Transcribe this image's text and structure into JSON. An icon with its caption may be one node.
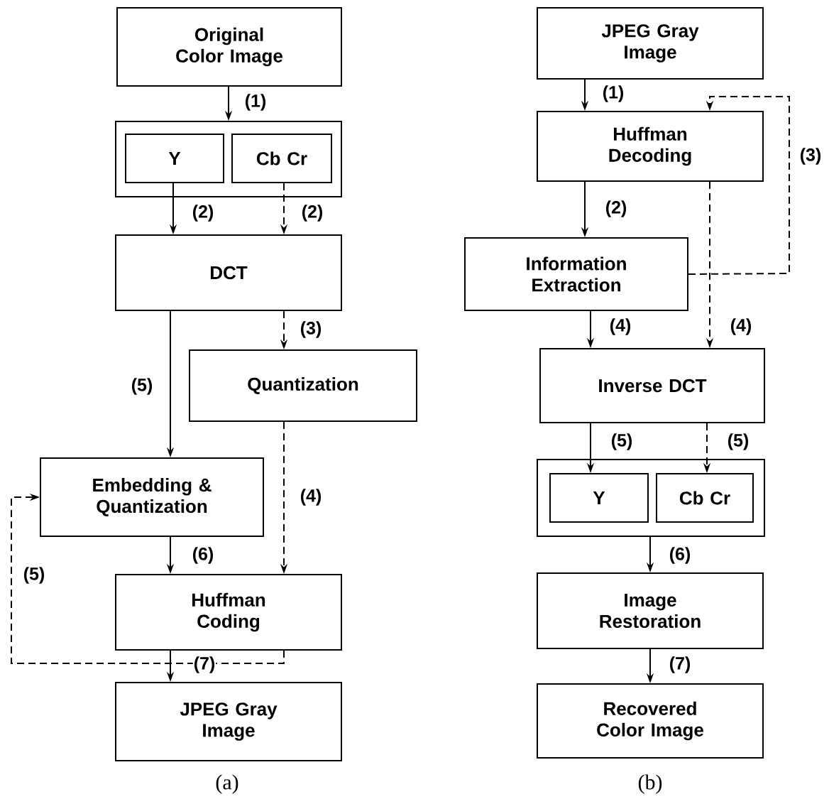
{
  "diagram": {
    "nodes": [
      {
        "text": [
          "Original Color Image"
        ]
      },
      {
        "text": [],
        "shape": "box"
      },
      {
        "text": [
          "Y"
        ],
        "in": 1
      },
      {
        "text": [
          "Cb Cr"
        ],
        "in": 1
      },
      {
        "text": [
          "DCT"
        ]
      },
      {
        "text": [
          "Quantization"
        ]
      },
      {
        "text": [
          "Embedding & Quantization"
        ]
      },
      {
        "text": [
          "Huffman Coding"
        ]
      },
      {
        "text": [
          "JPEG Gray Image"
        ]
      },
      {
        "text": [
          "JPEG Gray Image"
        ]
      },
      {
        "text": [
          "Huffman Decoding"
        ]
      },
      {
        "text": [
          "Information Extraction"
        ]
      },
      {
        "text": [
          "Inverse DCT"
        ]
      },
      {
        "text": [],
        "shape": "box"
      },
      {
        "text": [
          "Y"
        ],
        "in": 13
      },
      {
        "text": [
          "Cb Cr"
        ],
        "in": 13
      },
      {
        "text": [
          "Image Restoration"
        ]
      },
      {
        "text": [
          "Recovered Color Image"
        ]
      }
    ],
    "edges": [
      {
        "from": 0,
        "to": 1,
        "arrow": "to",
        "label": "(1)"
      },
      {
        "from": 2,
        "to": 4,
        "arrow": "to",
        "label": "(2)"
      },
      {
        "from": 3,
        "to": 4,
        "arrow": "to",
        "label": "(2)",
        "style": "dashed"
      },
      {
        "from": 4,
        "to": 5,
        "arrow": "to",
        "label": "(3)",
        "style": "dashed"
      },
      {
        "from": 4,
        "to": 6,
        "arrow": "to",
        "label": "(5)"
      },
      {
        "from": 5,
        "to": 7,
        "arrow": "to",
        "label": "(4)",
        "style": "dashed"
      },
      {
        "from": 6,
        "to": 7,
        "arrow": "to",
        "label": "(6)"
      },
      {
        "from": 7,
        "to": 6,
        "arrow": "to",
        "label": "(5)",
        "style": "dashed"
      },
      {
        "from": 7,
        "to": 8,
        "arrow": "to",
        "label": "(7)"
      },
      {
        "from": 9,
        "to": 10,
        "arrow": "to",
        "label": "(1)"
      },
      {
        "from": 10,
        "to": 11,
        "arrow": "to",
        "label": "(2)"
      },
      {
        "from": 11,
        "to": 10,
        "arrow": "to",
        "label": "(3)",
        "style": "dashed"
      },
      {
        "from": 10,
        "to": 12,
        "arrow": "to",
        "label": "(4)",
        "style": "dashed"
      },
      {
        "from": 11,
        "to": 12,
        "arrow": "to",
        "label": "(4)"
      },
      {
        "from": 12,
        "to": 14,
        "arrow": "to",
        "label": "(5)"
      },
      {
        "from": 12,
        "to": 15,
        "arrow": "to",
        "label": "(5)",
        "style": "dashed"
      },
      {
        "from": 13,
        "to": 16,
        "arrow": "to",
        "label": "(6)"
      },
      {
        "from": 16,
        "to": 17,
        "arrow": "to",
        "label": "(7)"
      }
    ],
    "labels": [
      "(a)",
      "(b)"
    ]
  }
}
